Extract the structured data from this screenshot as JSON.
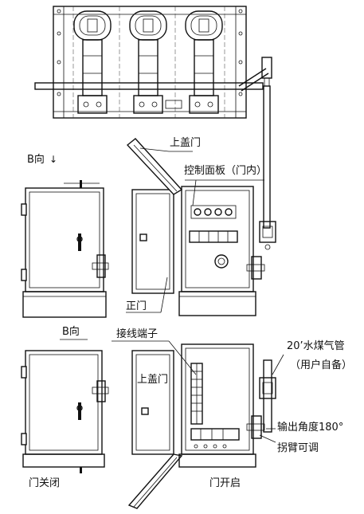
{
  "labels": {
    "upper_cover_door_top": "上盖门",
    "control_panel": "控制面板（门内）",
    "b_direction_top": "B向",
    "front_door": "正门",
    "b_direction_bottom": "B向",
    "terminal_block": "接线端子",
    "upper_cover_door_bottom": "上盖门",
    "gas_pipe": "20’水煤气管",
    "user_supplied": "（用户自备）",
    "output_angle": "输出角度180°",
    "crank_adjustable": "拐臂可调",
    "door_closed": "门关闭",
    "door_open": "门开启"
  },
  "arrow_down": "↓"
}
